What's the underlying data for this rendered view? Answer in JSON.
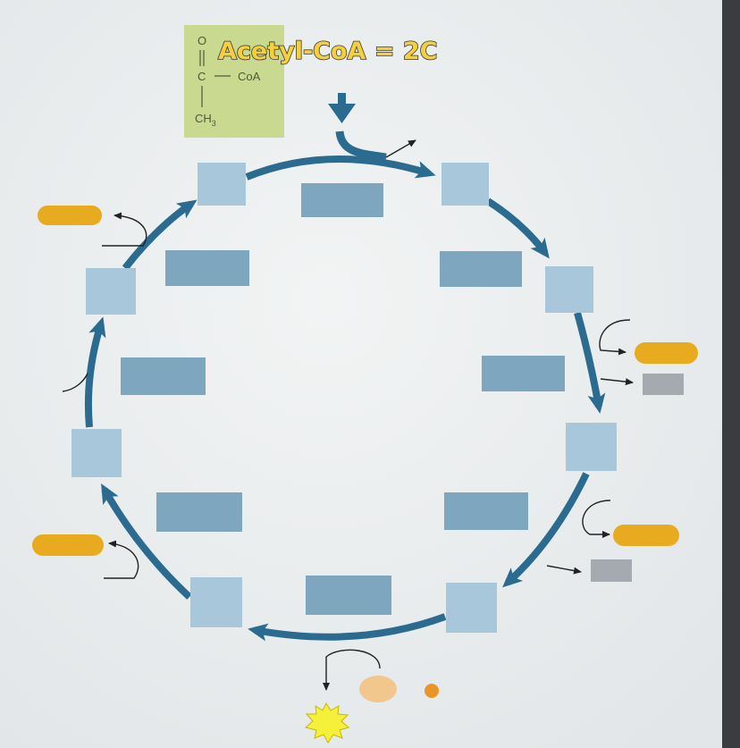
{
  "diagram": {
    "title": "Acetyl-CoA = 2C",
    "structure": {
      "oxygen": "O",
      "carbon": "C",
      "coa": "CoA",
      "methyl": "CH",
      "methyl_subscript": "3"
    },
    "blank_boxes": 8,
    "blank_labels": 8,
    "orange_carriers": 4,
    "gray_carriers": 2
  },
  "colors": {
    "page": "#eef0f0",
    "arrow": "#2a6b8f",
    "box": "#a9c7da",
    "label": "#7fa6bf",
    "carrier": "#e8ab1f",
    "gray_carrier": "#a5a9b0",
    "structure_bg": "#c9d98f",
    "starburst": "#f5f03a"
  }
}
